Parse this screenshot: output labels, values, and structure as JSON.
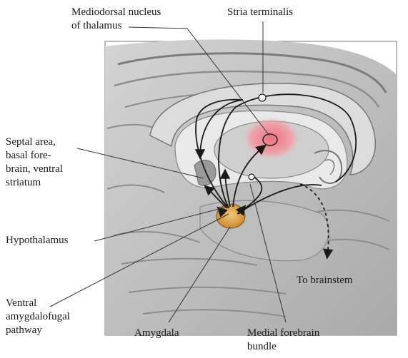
{
  "labels": {
    "mediodorsal": {
      "line1": "Mediodorsal nucleus",
      "line2": "of thalamus"
    },
    "stria": {
      "line1": "Stria terminalis"
    },
    "septal": {
      "line1": "Septal area,",
      "line2": "basal fore-",
      "line3": "brain, ventral",
      "line4": "striatum"
    },
    "hypothalamus": {
      "line1": "Hypothalamus"
    },
    "ventral_amygdalofugal": {
      "line1": "Ventral",
      "line2": "amygdalofugal",
      "line3": "pathway"
    },
    "amygdala": {
      "line1": "Amygdala"
    },
    "medial_forebrain": {
      "line1": "Medial forebrain",
      "line2": "bundle"
    },
    "brainstem": {
      "line1": "To brainstem"
    }
  },
  "colors": {
    "brain_tissue": "#b9b9b9",
    "brain_dark": "#8a8a8a",
    "brain_light": "#e4e4e4",
    "thalamus_highlight": "#ef9aa3",
    "amygdala_fill": "#d8a250",
    "pathway_stroke": "#222222",
    "leader_line": "#333333"
  }
}
